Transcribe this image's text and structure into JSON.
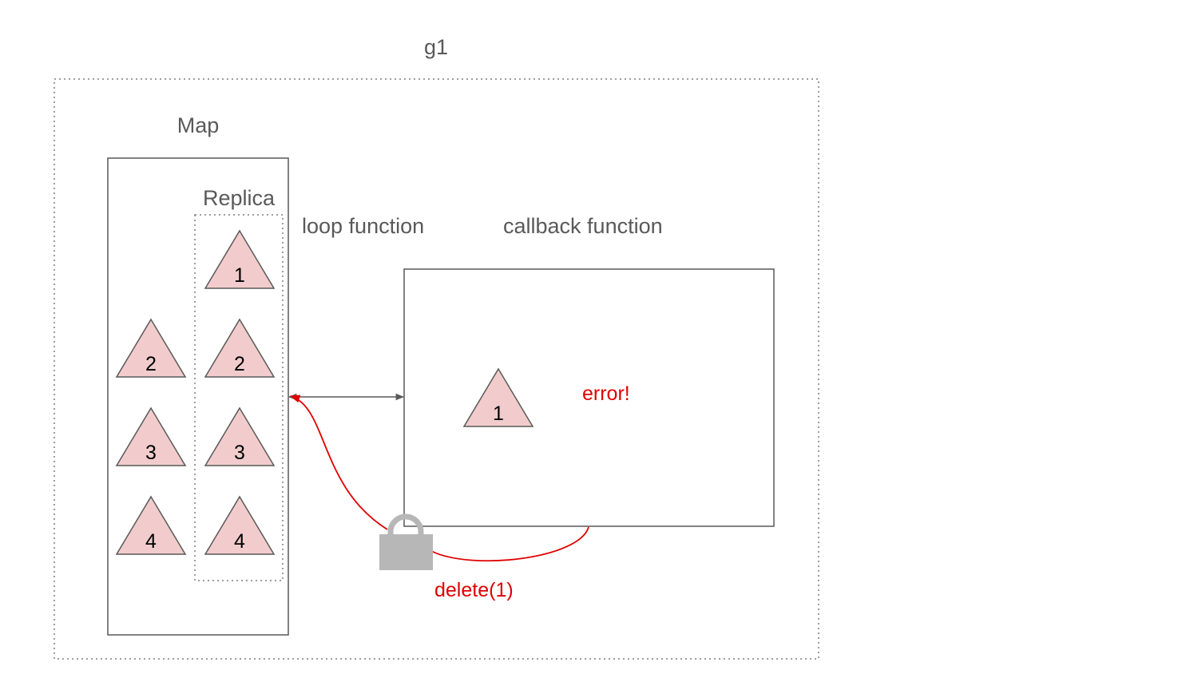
{
  "group": {
    "label": "g1"
  },
  "map": {
    "label": "Map",
    "items": [
      "2",
      "3",
      "4"
    ]
  },
  "replica": {
    "label": "Replica",
    "items": [
      "1",
      "2",
      "3",
      "4"
    ]
  },
  "loop": {
    "label": "loop function"
  },
  "callback": {
    "label": "callback function",
    "item": "1",
    "error": "error!"
  },
  "lock": {
    "action": "delete(1)"
  },
  "colors": {
    "triangle_fill": "#f2cccc",
    "stroke": "#595959",
    "error": "#e00000",
    "lock": "#b7b7b7"
  }
}
